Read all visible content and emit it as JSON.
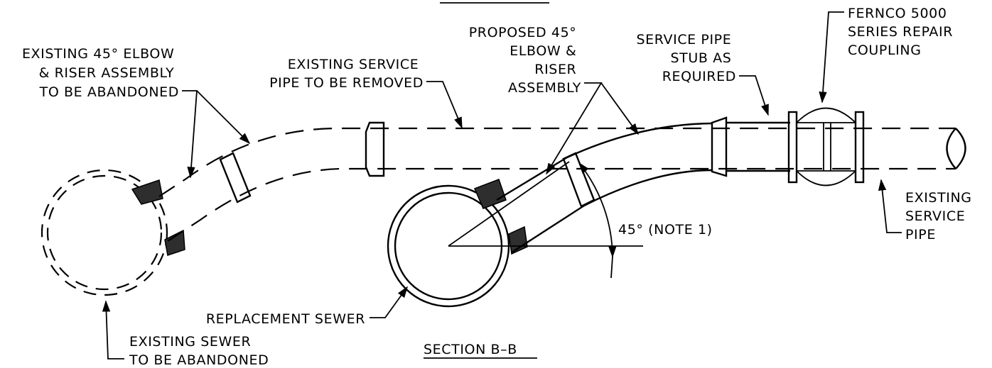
{
  "labels": {
    "existing_elbow": [
      "EXISTING 45° ELBOW",
      "& RISER ASSEMBLY",
      "TO BE ABANDONED"
    ],
    "existing_service_removed": [
      "EXISTING SERVICE",
      "PIPE TO BE REMOVED"
    ],
    "proposed_elbow": [
      "PROPOSED 45°",
      "ELBOW &",
      "RISER",
      "ASSEMBLY"
    ],
    "service_pipe_stub": [
      "SERVICE PIPE",
      "STUB AS",
      "REQUIRED"
    ],
    "fernco_coupling": [
      "FERNCO 5000",
      "SERIES REPAIR",
      "COUPLING"
    ],
    "existing_service_pipe": [
      "EXISTING",
      "SERVICE",
      "PIPE"
    ],
    "angle_note": "45° (NOTE 1)",
    "replacement_sewer": "REPLACEMENT SEWER",
    "existing_sewer": [
      "EXISTING SEWER",
      "TO BE ABANDONED"
    ],
    "section_title": "SECTION B–B"
  }
}
